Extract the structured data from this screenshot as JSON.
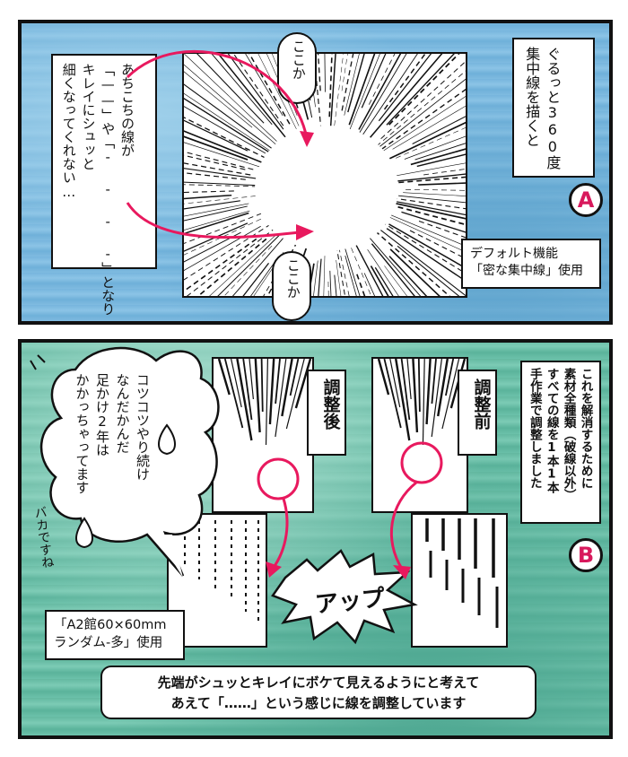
{
  "panelA": {
    "label": "A",
    "note_top_right": "ぐるっと360度\n集中線を描くと",
    "bubble_left": "あちこちの線が\n「——」や「- - - -」となり\nキレイにシュッと\n細くなってくれない…",
    "bubble_top": "ここか",
    "bubble_bottom": "ここか",
    "default_note": "デフォルト機能\n「密な集中線」使用"
  },
  "panelB": {
    "label": "B",
    "narration_right": "これを解消するために\n素材全種類（破線以外）\nすべての線を1本1本\n手作業で調整しました",
    "label_after": "調整後",
    "label_before": "調整前",
    "bubble_left": "コツコツやり続け\nなんだかんだ\n足かけ2年は\nかかっちゃってます",
    "sfx_side": "バカですね",
    "sfx_up": "アップ",
    "material_note": "「A2館60×60mm\nランダム-多」使用",
    "caption": "先端がシュッとキレイにボケて見えるようにと考えて\nあえて「……」という感じに線を調整しています"
  },
  "colors": {
    "accent_pink": "#e8195e",
    "label_pink": "#d8195c",
    "sky": "#7fbbe0",
    "teal": "#6cc1aa"
  }
}
